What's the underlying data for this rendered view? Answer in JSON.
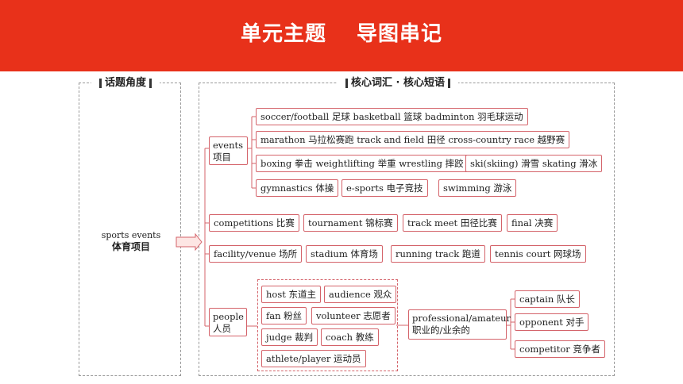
{
  "header": {
    "title_part1": "单元主题",
    "title_part2": "导图串记"
  },
  "left_panel": {
    "heading": "话题角度"
  },
  "right_panel": {
    "heading": "核心词汇 · 核心短语"
  },
  "root": {
    "en": "sports events",
    "zh": "体育项目"
  },
  "events": {
    "label_en": "events",
    "label_zh": "项目",
    "items": [
      "soccer/football 足球 basketball 篮球 badminton 羽毛球运动",
      "marathon 马拉松赛跑 track and field 田径 cross-country race 越野赛",
      "boxing 拳击 weightlifting 举重 wrestling 摔跤",
      "ski(skiing) 滑雪  skating 滑冰",
      "gymnastics 体操",
      "e-sports 电子竞技",
      "swimming 游泳"
    ]
  },
  "competitions": {
    "items": [
      "competitions 比赛",
      "tournament 锦标赛",
      "track meet 田径比赛",
      "final 决赛"
    ]
  },
  "facility": {
    "items": [
      "facility/venue 场所",
      "stadium 体育场",
      "running track 跑道",
      "tennis court 网球场"
    ]
  },
  "people": {
    "label_en": "people",
    "label_zh": "人员",
    "items": [
      "host 东道主",
      "audience 观众",
      "fan 粉丝",
      "volunteer 志愿者",
      "judge 裁判",
      "coach 教练",
      "athlete/player 运动员"
    ],
    "pro": {
      "en": "professional/amateur",
      "zh": "职业的/业余的"
    },
    "roles": [
      "captain 队长",
      "opponent 对手",
      "competitor 竞争者"
    ]
  }
}
